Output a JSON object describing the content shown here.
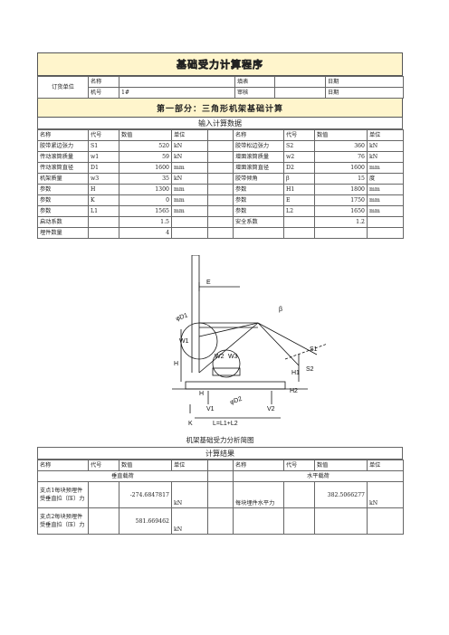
{
  "title": "基础受力计算程序",
  "header": {
    "order_label": "订货单位",
    "name_label": "名称",
    "model_label": "机号",
    "model_value": "1#",
    "fill_label": "填表",
    "review_label": "审核",
    "date_label1": "日期",
    "date_label2": "日期"
  },
  "part1_title": "第一部分：三角形机架基础计算",
  "input_title": "输入计算数据",
  "input_headers": [
    "名称",
    "代号",
    "数值",
    "单位",
    "名称",
    "代号",
    "数值",
    "单位"
  ],
  "input_rows": [
    [
      "胶带紧边张力",
      "S1",
      "520",
      "kN",
      "胶带松边张力",
      "S2",
      "360",
      "kN"
    ],
    [
      "传动滚筒质量",
      "w1",
      "59",
      "kN",
      "增面滚筒质量",
      "w2",
      "76",
      "kN"
    ],
    [
      "传动滚筒直径",
      "D1",
      "1600",
      "mm",
      "增面滚筒直径",
      "D2",
      "1600",
      "mm"
    ],
    [
      "机架质量",
      "w3",
      "35",
      "kN",
      "胶带倾角",
      "β",
      "15",
      "度"
    ],
    [
      "参数",
      "H",
      "1300",
      "mm",
      "参数",
      "H1",
      "1800",
      "mm"
    ],
    [
      "参数",
      "K",
      "0",
      "mm",
      "参数",
      "E",
      "1750",
      "mm"
    ],
    [
      "参数",
      "L1",
      "1565",
      "mm",
      "参数",
      "L2",
      "1650",
      "mm"
    ],
    [
      "启动系数",
      "",
      "1.5",
      "",
      "安全系数",
      "",
      "1.2",
      ""
    ],
    [
      "埋件数量",
      "",
      "4",
      "",
      "",
      "",
      "",
      ""
    ]
  ],
  "diagram_caption": "机架基础受力分析简图",
  "diagram_labels": {
    "E": "E",
    "beta": "β",
    "D1": "φD1",
    "W1": "W1",
    "W2": "W2",
    "W3": "W3",
    "S1": "S1",
    "S2": "S2",
    "H": "H",
    "H1": "H1",
    "H2": "H2",
    "HL": "H",
    "V1": "V1",
    "V2": "V2",
    "D2": "φD2",
    "K": "K",
    "L": "L=L1+L2"
  },
  "result": {
    "title": "计算结果",
    "headers": [
      "名称",
      "代号",
      "数值",
      "单位",
      "名称",
      "代号",
      "数值",
      "单位"
    ],
    "vertical_label": "垂直载荷",
    "horizontal_label": "水平载荷",
    "rows": [
      {
        "name": "支点1每块预埋件受垂直拉（压）力",
        "value": "-274.6847817",
        "unit": "kN",
        "name2": "每块埋件水平力",
        "value2": "382.5066277",
        "unit2": "kN"
      },
      {
        "name": "支点2每块预埋件受垂直拉（压）力",
        "value": "581.669462",
        "unit": "kN"
      }
    ]
  }
}
